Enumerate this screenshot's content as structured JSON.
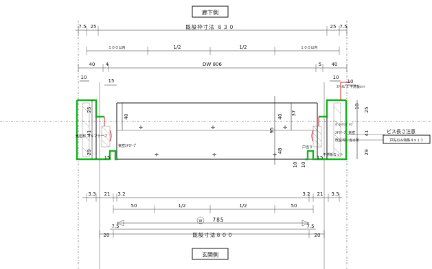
{
  "labels": {
    "top_side": "廊下側",
    "bottom_side": "玄関側",
    "frame_top": "既設枠寸法 ８３０",
    "frame_bottom": "既設寸法８００",
    "dw": "DW 806",
    "center_785": "785",
    "center_mark": "W",
    "half": "1/2",
    "pitch_top": "１００以内",
    "screw_note": "ビス長さ注意",
    "screw_spec": "戸先のみ特殊４×１３"
  },
  "dims_top": {
    "r1_left": "7.5",
    "r1_left2": "25",
    "r1_right": "25",
    "r1_right2": "7.5",
    "r3_left": "40",
    "r3_left2": "4",
    "r3_right": "5",
    "r3_right2": "40",
    "v10a": "10",
    "v15": "15",
    "v10b": "10",
    "v10c": "10"
  },
  "dims_side": {
    "left_25": "25",
    "left_40": "40",
    "left_41": "41",
    "left_29": "29",
    "left_15": "15",
    "right_37": "37",
    "right_40": "40",
    "right_95": "95",
    "right_48": "48",
    "right_10a": "10",
    "right_10b": "10",
    "right_15": "15",
    "far_10": "10",
    "far_25": "25",
    "far_41": "41",
    "far_29": "29"
  },
  "dims_bottom": {
    "a1": "3.3",
    "a2": "21",
    "a3": "3.2",
    "a4": "3.2",
    "a5": "21",
    "a6": "3.3",
    "b_left": "50",
    "b_right": "50",
    "c_left": "7.5",
    "c_right": "7.5",
    "d_left": "20",
    "d_right": "20"
  },
  "notes": {
    "n1": "ｽﾁｰﾙﾋﾞｽ 不燃板ｶｯﾄ",
    "n2": "ﾎﾞﾙﾄﾀｯﾌﾟﾈｼﾞ",
    "n3": "既設枠に当る所",
    "n4": "戸当り",
    "n5": "気密材 スキマテープ",
    "n6": "不燃板カット",
    "n7": "気密ｽｷﾏﾃｰﾌﾟ",
    "n8": "ｽｷﾏﾃｰﾌﾟ 気密"
  }
}
